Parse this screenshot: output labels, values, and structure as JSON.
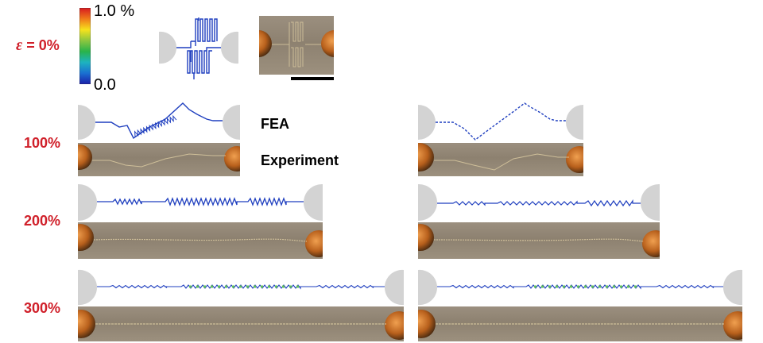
{
  "labels": {
    "strain_0_symbol": "ε",
    "strain_0_value": " = 0%",
    "strain_100": "100%",
    "strain_200": "200%",
    "strain_300": "300%"
  },
  "colorbar": {
    "max_label": "1.0 %",
    "min_label": "0.0",
    "colors": [
      "#d71920",
      "#ef7a1a",
      "#f6e21c",
      "#8cc63f",
      "#29b34a",
      "#1db3c0",
      "#1a6fd1",
      "#1b1fa8"
    ]
  },
  "key": {
    "fea": "FEA",
    "experiment": "Experiment"
  },
  "colors": {
    "label_red": "#d0202a",
    "pad_gray": "#d3d3d3",
    "wire_blue": "#1f3fbf"
  }
}
